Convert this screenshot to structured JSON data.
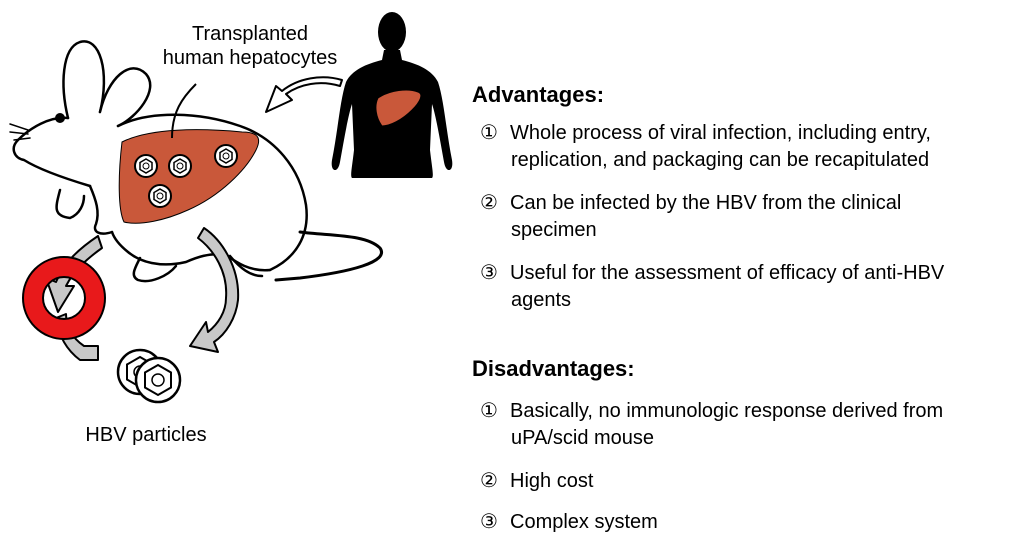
{
  "labels": {
    "transplanted_line1": "Transplanted",
    "transplanted_line2": "human hepatocytes",
    "hbv_particles": "HBV particles"
  },
  "advantages": {
    "heading": "Advantages:",
    "items": [
      {
        "num": "①",
        "line1": "Whole process of viral infection, including entry,",
        "line2": "replication, and packaging can be recapitulated"
      },
      {
        "num": "②",
        "line1": "Can be infected by the HBV from the clinical",
        "line2": "specimen"
      },
      {
        "num": "③",
        "line1": "Useful for the assessment of efficacy of anti-HBV",
        "line2": "agents"
      }
    ]
  },
  "disadvantages": {
    "heading": "Disadvantages:",
    "items": [
      {
        "num": "①",
        "line1": "Basically, no immunologic response derived from",
        "line2": "uPA/scid mouse"
      },
      {
        "num": "②",
        "line1": "High cost",
        "line2": ""
      },
      {
        "num": "③",
        "line1": "Complex system",
        "line2": ""
      }
    ]
  },
  "colors": {
    "liver": "#C9583A",
    "arrow_fill": "#C8C8C8",
    "ring": "#E8191B",
    "silhouette": "#000000"
  },
  "icons": [
    "mouse-illustration",
    "human-silhouette",
    "liver-icon",
    "hepatocyte-icon",
    "hbv-particle-icon",
    "inhibitor-ring-icon",
    "curved-arrow-icon"
  ]
}
